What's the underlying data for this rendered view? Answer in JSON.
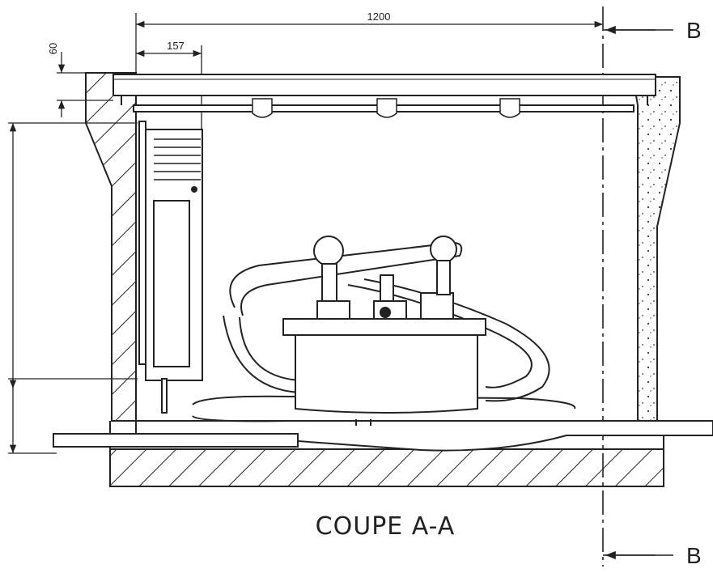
{
  "drawing": {
    "dimensions": {
      "overall_width": "1200",
      "setback": "157",
      "edge": "60"
    },
    "section_marker_top": "B",
    "section_marker_bottom": "B",
    "caption": "COUPE A-A"
  }
}
